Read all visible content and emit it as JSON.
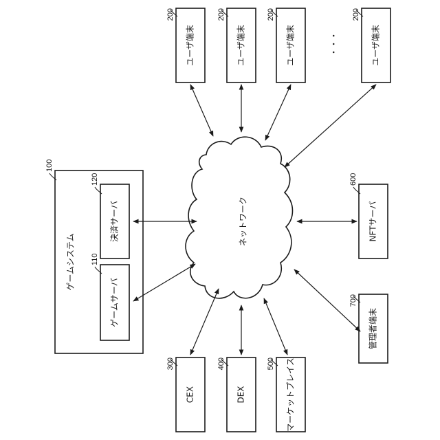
{
  "network": {
    "label": "ネットワーク"
  },
  "game_system": {
    "label": "ゲームシステム",
    "ref": "100",
    "payment_server": {
      "label": "決済サーバ",
      "ref": "120"
    },
    "game_server": {
      "label": "ゲームサーバ",
      "ref": "110"
    }
  },
  "user_terminals": [
    {
      "label": "ユーザ端末",
      "ref": "200"
    },
    {
      "label": "ユーザ端末",
      "ref": "200"
    },
    {
      "label": "ユーザ端末",
      "ref": "200"
    },
    {
      "label": "ユーザ端末",
      "ref": "200"
    }
  ],
  "ellipsis": "・・・",
  "nft_server": {
    "label": "NFTサーバ",
    "ref": "600"
  },
  "admin_terminal": {
    "label": "管理者端末",
    "ref": "700"
  },
  "cex": {
    "label": "CEX",
    "ref": "300"
  },
  "dex": {
    "label": "DEX",
    "ref": "400"
  },
  "marketplace": {
    "label": "マーケットプレイス",
    "ref": "500"
  }
}
